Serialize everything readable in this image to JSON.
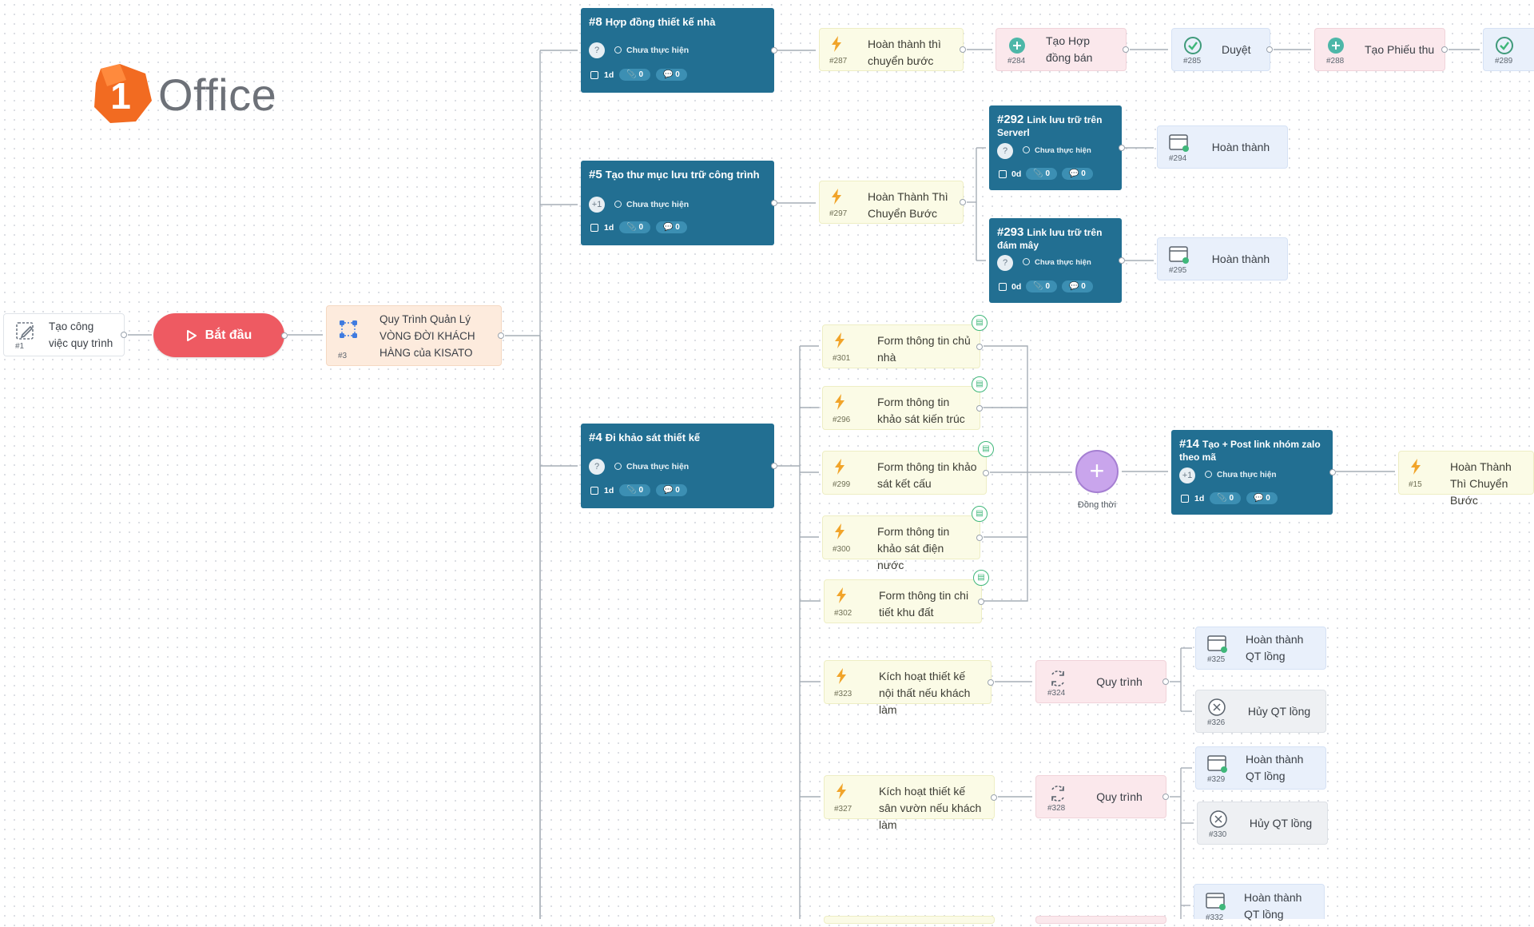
{
  "brand": {
    "name": "Office",
    "mark": "1"
  },
  "start": {
    "label": "Bắt đầu"
  },
  "nodes": {
    "n1": {
      "id": "#1",
      "label": "Tạo công việc quy trình"
    },
    "n3": {
      "id": "#3",
      "label": "Quy Trình Quản Lý VÒNG ĐỜI KHÁCH HÀNG của KISATO"
    },
    "t8": {
      "num": "#8",
      "title": "Hợp đồng thiết kế nhà",
      "assignee": "?",
      "status": "Chưa thực hiện",
      "duration": "1d",
      "attachments": "0",
      "comments": "0"
    },
    "t5": {
      "num": "#5",
      "title": "Tạo thư mục lưu trữ công trình",
      "assignee": "+1",
      "status": "Chưa thực hiện",
      "duration": "1d",
      "attachments": "0",
      "comments": "0"
    },
    "t4": {
      "num": "#4",
      "title": "Đi khảo sát thiết kế",
      "assignee": "?",
      "status": "Chưa thực hiện",
      "duration": "1d",
      "attachments": "0",
      "comments": "0"
    },
    "t292": {
      "num": "#292",
      "title": "Link lưu trữ trên Serverl",
      "assignee": "?",
      "status": "Chưa thực hiện",
      "duration": "0d",
      "attachments": "0",
      "comments": "0"
    },
    "t293": {
      "num": "#293",
      "title": "Link lưu trữ trên đám mây",
      "assignee": "?",
      "status": "Chưa thực hiện",
      "duration": "0d",
      "attachments": "0",
      "comments": "0"
    },
    "t14": {
      "num": "#14",
      "title": "Tạo + Post link nhóm zalo theo mã",
      "assignee": "+1",
      "status": "Chưa thực hiện",
      "duration": "1d",
      "attachments": "0",
      "comments": "0"
    },
    "a287": {
      "id": "#287",
      "label": "Hoàn thành thì chuyển bước"
    },
    "a284": {
      "id": "#284",
      "label": "Tạo Hợp đồng bán"
    },
    "a285": {
      "id": "#285",
      "label": "Duyệt"
    },
    "a288": {
      "id": "#288",
      "label": "Tạo Phiếu thu"
    },
    "a289": {
      "id": "#289",
      "label": ""
    },
    "a297": {
      "id": "#297",
      "label": "Hoàn Thành Thì Chuyển Bước"
    },
    "a294": {
      "id": "#294",
      "label": "Hoàn thành"
    },
    "a295": {
      "id": "#295",
      "label": "Hoàn thành"
    },
    "a301": {
      "id": "#301",
      "label": "Form thông tin chủ nhà"
    },
    "a296": {
      "id": "#296",
      "label": "Form thông tin khảo sát kiến trúc"
    },
    "a299": {
      "id": "#299",
      "label": "Form thông tin khảo sát kết cấu"
    },
    "a300": {
      "id": "#300",
      "label": "Form thông tin khảo sát điện nước"
    },
    "a302": {
      "id": "#302",
      "label": "Form thông tin chi tiết khu đất"
    },
    "a15": {
      "id": "#15",
      "label": "Hoàn Thành Thì Chuyển Bước"
    },
    "a323": {
      "id": "#323",
      "label": "Kích hoạt thiết kế nội thất nếu khách làm"
    },
    "a324": {
      "id": "#324",
      "label": "Quy trình"
    },
    "a325": {
      "id": "#325",
      "label": "Hoàn thành QT lồng"
    },
    "a326": {
      "id": "#326",
      "label": "Hủy QT lồng"
    },
    "a327": {
      "id": "#327",
      "label": "Kích hoạt thiết kế sân vườn nếu khách làm"
    },
    "a328": {
      "id": "#328",
      "label": "Quy trình"
    },
    "a329": {
      "id": "#329",
      "label": "Hoàn thành QT lồng"
    },
    "a330": {
      "id": "#330",
      "label": "Hủy QT lồng"
    },
    "a332": {
      "id": "#332",
      "label": "Hoàn thành QT lồng"
    }
  },
  "join": {
    "label": "Đồng thời",
    "symbol": "+"
  },
  "colors": {
    "task": "#226f92",
    "start": "#ee5a62",
    "edge": "#a6adb6",
    "bolt": "#f1a42a",
    "join": "#c9a5ec",
    "check": "#3fb77a"
  }
}
